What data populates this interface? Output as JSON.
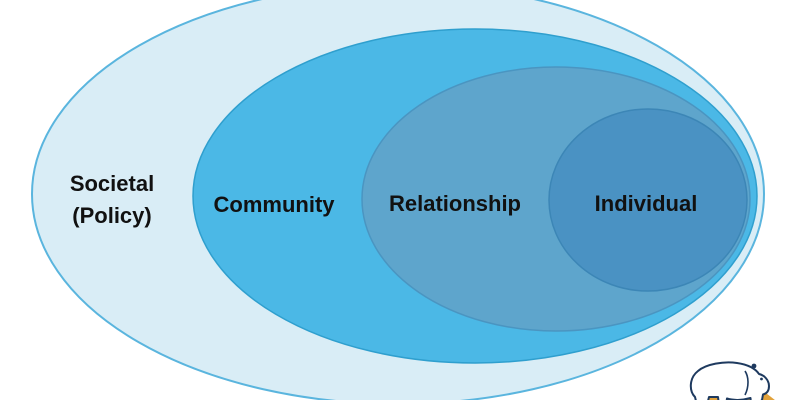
{
  "diagram": {
    "type": "nested-ellipses-social-ecological-model",
    "levels": {
      "societal": {
        "line1": "Societal",
        "line2": "(Policy)",
        "fill": "#d9edf6",
        "stroke": "#5ab5de"
      },
      "community": {
        "label": "Community",
        "fill": "#4bb8e6",
        "stroke": "#2f9fce"
      },
      "relationship": {
        "label": "Relationship",
        "fill": "#5ea5cc",
        "stroke": "#4a95c1"
      },
      "individual": {
        "label": "Individual",
        "fill": "#4a92c3",
        "stroke": "#3c86b6"
      }
    }
  },
  "logo": {
    "name": "polar bear on gold mountain emblem",
    "mountain_color": "#e2a23b",
    "bear_body_color": "#ffffff",
    "bear_outline_color": "#1e3a5f"
  },
  "canvas": {
    "background": "#ffffff",
    "text_color": "#111111"
  }
}
